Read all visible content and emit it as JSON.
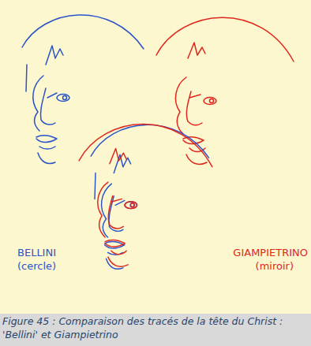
{
  "diagram": {
    "caption": "Figure 45 : Comparaison des tracés de la tête du Christ : 'Bellini' et Giampietrino",
    "labels": [
      "BELLINI",
      "(cercle)",
      "GIAMPIETRINO",
      "(miroir)"
    ]
  }
}
